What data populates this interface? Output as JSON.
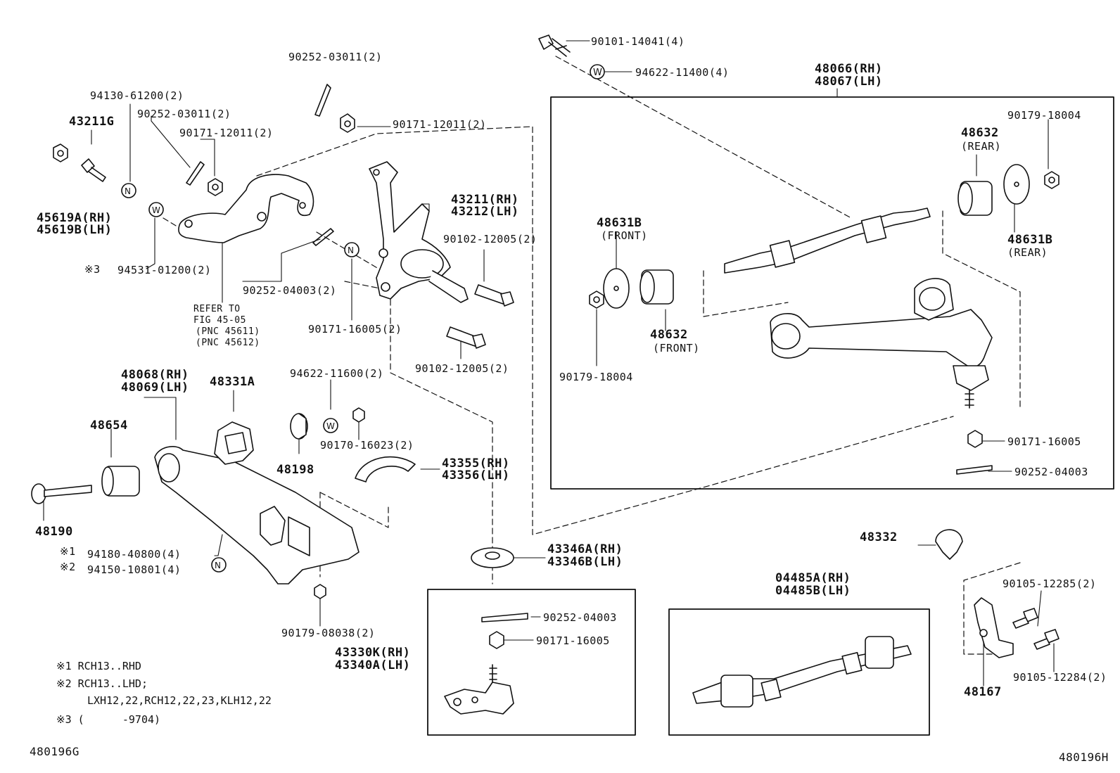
{
  "diagram_id_left": "480196G",
  "diagram_id_right": "480196H",
  "labels": {
    "p90101_14041": "90101-14041(4)",
    "p94622_11400": "94622-11400(4)",
    "p48066": "48066(RH)",
    "p48067": "48067(LH)",
    "p90252_03011_top": "90252-03011(2)",
    "p94130_61200": "94130-61200(2)",
    "p43211G": "43211G",
    "p90252_03011_mid": "90252-03011(2)",
    "p90171_12011_left": "90171-12011(2)",
    "p90171_12011_right": "90171-12011(2)",
    "p45619A": "45619A(RH)",
    "p45619B": "45619B(LH)",
    "p94531_mark": "※3",
    "p94531": "94531-01200(2)",
    "p90252_04003_mid": "90252-04003(2)",
    "refer_1": "REFER TO",
    "refer_2": "FIG 45-05",
    "refer_3": "(PNC 45611)",
    "refer_4": "(PNC 45612)",
    "p43211": "43211(RH)",
    "p43212": "43212(LH)",
    "p90102_12005_a": "90102-12005(2)",
    "p90171_16005_mid": "90171-16005(2)",
    "p90102_12005_b": "90102-12005(2)",
    "p90179_18004_right": "90179-18004",
    "p48632_rear": "48632",
    "p48632_rear_sub": "(REAR)",
    "p48631B_front": "48631B",
    "p48631B_front_sub": "(FRONT)",
    "p48631B_rear": "48631B",
    "p48631B_rear_sub": "(REAR)",
    "p48632_front": "48632",
    "p48632_front_sub": "(FRONT)",
    "p90179_18004_left": "90179-18004",
    "p48068": "48068(RH)",
    "p48069": "48069(LH)",
    "p48331A": "48331A",
    "p94622_11600": "94622-11600(2)",
    "p48654": "48654",
    "p90170_16023": "90170-16023(2)",
    "p48198": "48198",
    "p43355": "43355(RH)",
    "p43356": "43356(LH)",
    "p48190": "48190",
    "p94180_mark": "※1",
    "p94180": "94180-40800(4)",
    "p94150_mark": "※2",
    "p94150": "94150-10801(4)",
    "p90171_16005_r": "90171-16005",
    "p90252_04003_r": "90252-04003",
    "p48332": "48332",
    "p43346A": "43346A(RH)",
    "p43346B": "43346B(LH)",
    "p04485A": "04485A(RH)",
    "p04485B": "04485B(LH)",
    "p90105_12285": "90105-12285(2)",
    "p90252_04003_box": "90252-04003",
    "p90171_16005_box": "90171-16005",
    "p43330K": "43330K(RH)",
    "p43340A": "43340A(LH)",
    "p90179_08038": "90179-08038(2)",
    "p48167": "48167",
    "p90105_12284": "90105-12284(2)"
  },
  "notes": [
    {
      "mark": "※1",
      "text": "RCH13..RHD"
    },
    {
      "mark": "※2",
      "text": "RCH13..LHD;"
    },
    {
      "mark": "",
      "text": "LXH12,22,RCH12,22,23,KLH12,22"
    },
    {
      "mark": "※3",
      "text": "(      -9704)"
    }
  ]
}
